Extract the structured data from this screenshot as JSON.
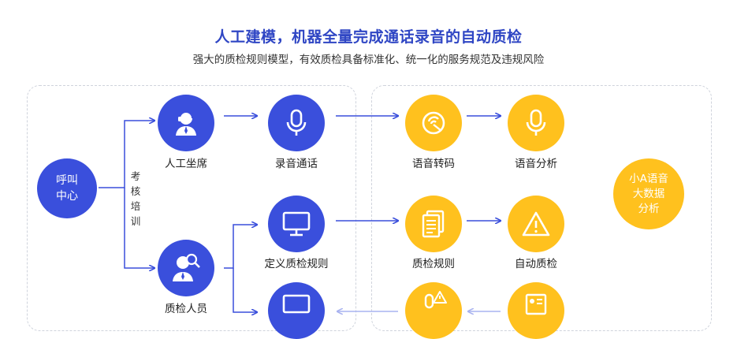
{
  "header": {
    "title": "人工建模，机器全量完成通话录音的自动质检",
    "subtitle": "强大的质检规则模型，有效质检具备标准化、统一化的服务规范及违规风险"
  },
  "nodes": {
    "call_center": "呼叫\n中心",
    "agent": "人工坐席",
    "recording": "录音通话",
    "training": "考核培训",
    "inspector": "质检人员",
    "define_rules": "定义质检规则",
    "speech_transcription": "语音转码",
    "speech_analysis": "语音分析",
    "qc_rules": "质检规则",
    "auto_qc": "自动质检",
    "big_data": "小A语音\n大数据\n分析"
  },
  "colors": {
    "primary_blue": "#3a4fdc",
    "accent_yellow": "#ffc11e",
    "title_blue": "#2f46c4",
    "arrow_blue": "#3a4fdc",
    "arrow_light": "#a9b3f0"
  }
}
